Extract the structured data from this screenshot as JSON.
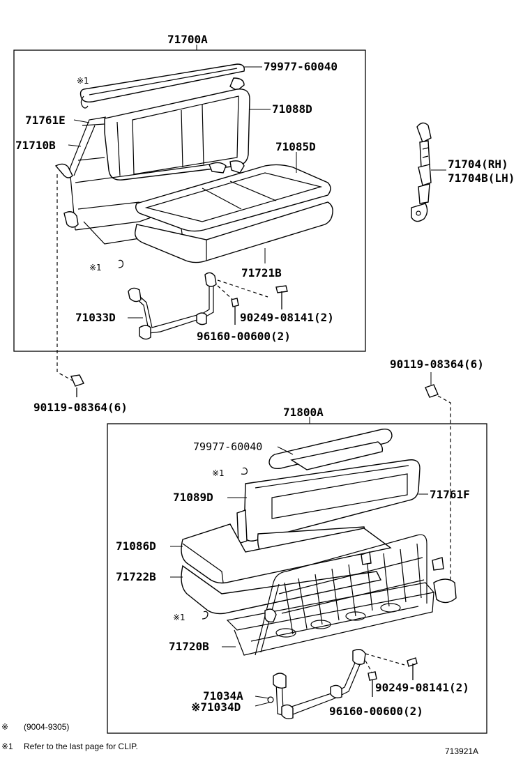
{
  "assemblies": {
    "upper": "71700A",
    "lower": "71800A"
  },
  "upper_parts": {
    "cover_pad": "79977-60040",
    "back_cover": "71088D",
    "seat_leg_left": "71761E",
    "frame": "71710B",
    "cushion_cover": "71085D",
    "cushion_pad": "71721B",
    "stay": "71033D",
    "bolt": "90249-08141(2)",
    "nut": "96160-00600(2)",
    "clip_mark": "※1",
    "clip_mark2": "※1"
  },
  "belt": {
    "rh": "71704(RH)",
    "lh": "71704B(LH)"
  },
  "mount_bolts": {
    "left": "90119-08364(6)",
    "right": "90119-08364(6)"
  },
  "lower_parts": {
    "cover_pad": "79977-60040",
    "clip_mark": "※1",
    "back_cover": "71089D",
    "back_board": "71761F",
    "cushion_cover": "71086D",
    "cushion_pad": "71722B",
    "clip_mark2": "※1",
    "frame": "71720B",
    "stay_a": "71034A",
    "stay_d": "※71034D",
    "bolt": "90249-08141(2)",
    "nut": "96160-00600(2)"
  },
  "footnotes": {
    "note1_symbol": "※",
    "note1_text": "(9004-9305)",
    "note2_symbol": "※1",
    "note2_text": "Refer to the last page for CLIP."
  },
  "diagram_id": "713921A"
}
